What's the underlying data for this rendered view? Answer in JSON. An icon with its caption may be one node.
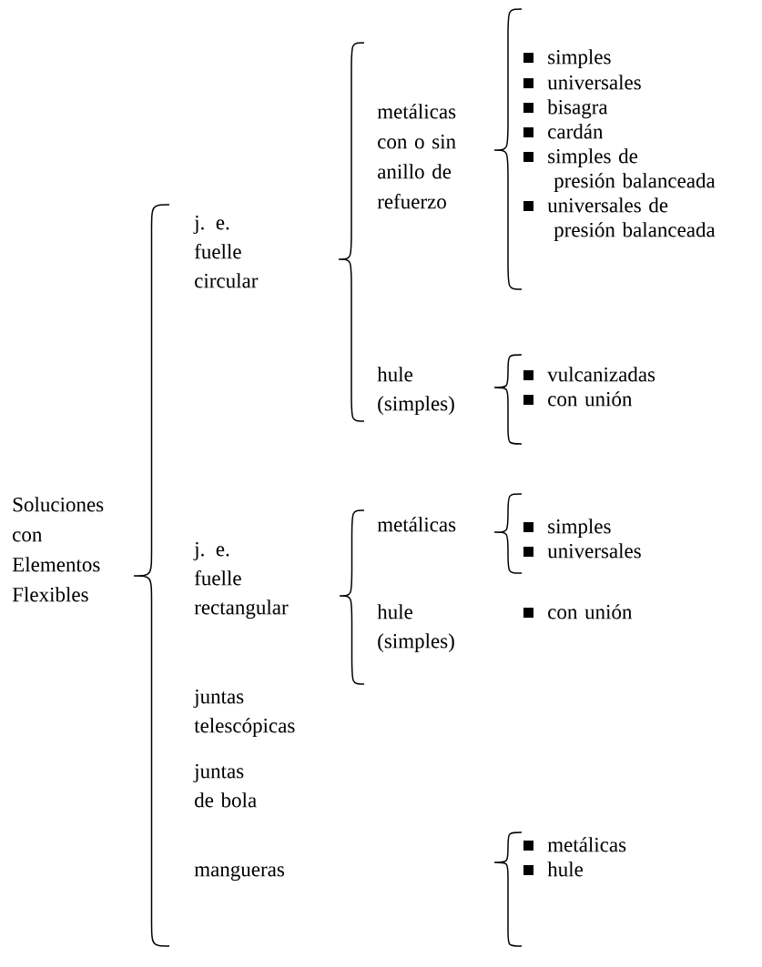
{
  "diagram": {
    "labels": [
      "Soluciones con Elementos Flexibles",
      "j. e. fuelle circular",
      "metálicas con o sin anillo de refuerzo",
      "simples",
      "universales",
      "bisagra",
      "cardán",
      "simples de presión balanceada",
      "universales de presión balanceada",
      "hule (simples)",
      "vulcanizadas",
      "con unión",
      "j. e. fuelle rectangular",
      "metálicas",
      "simples",
      "universales",
      "hule (simples)",
      "con unión",
      "juntas telescópicas",
      "juntas de bola",
      "mangueras",
      "metálicas",
      "hule"
    ]
  }
}
